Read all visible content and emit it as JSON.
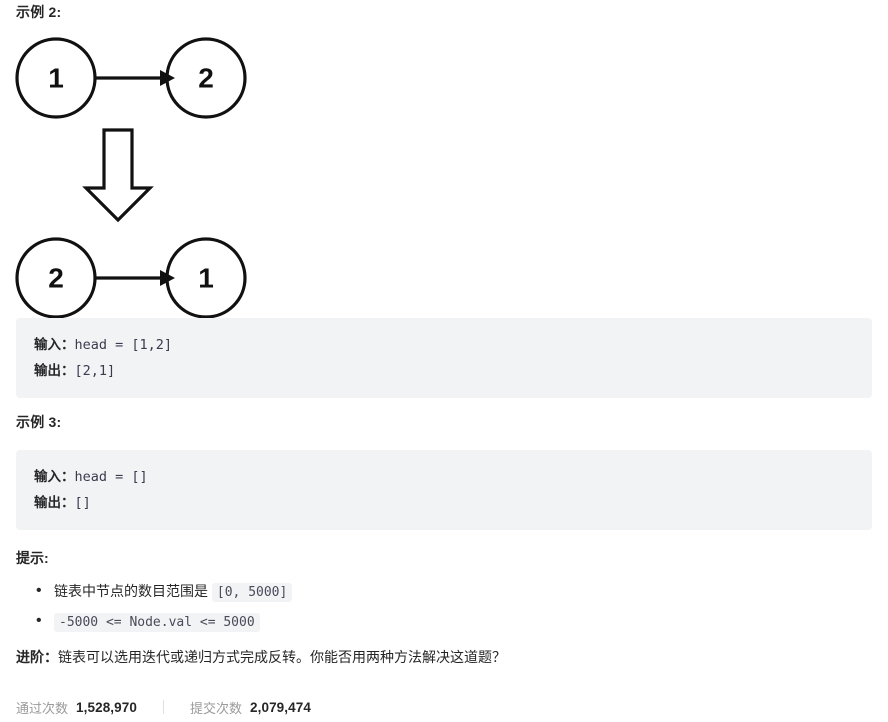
{
  "examples": [
    {
      "heading": "示例 2:",
      "diagram": {
        "top_row": {
          "left_node": "1",
          "right_node": "2"
        },
        "bottom_row": {
          "left_node": "2",
          "right_node": "1"
        },
        "transform_arrow": "down-arrow"
      },
      "code": {
        "input_label": "输入：",
        "input_value": "head = [1,2]",
        "output_label": "输出：",
        "output_value": "[2,1]"
      }
    },
    {
      "heading": "示例 3:",
      "code": {
        "input_label": "输入：",
        "input_value": "head = []",
        "output_label": "输出：",
        "output_value": "[]"
      }
    }
  ],
  "hints": {
    "heading": "提示:",
    "items": [
      {
        "text": "链表中节点的数目范围是 ",
        "code": "[0, 5000]",
        "code_first": false
      },
      {
        "text": "",
        "code": "-5000 <= Node.val <= 5000",
        "code_first": true
      }
    ]
  },
  "followup": {
    "label": "进阶：",
    "text": "链表可以选用迭代或递归方式完成反转。你能否用两种方法解决这道题？"
  },
  "stats": {
    "accepted_label": "通过次数",
    "accepted_value": "1,528,970",
    "submissions_label": "提交次数",
    "submissions_value": "2,079,474"
  },
  "colors": {
    "code_bg": "#f2f3f4",
    "text": "#262626",
    "muted": "#9a9a9a",
    "stroke": "#1a1a1a"
  }
}
